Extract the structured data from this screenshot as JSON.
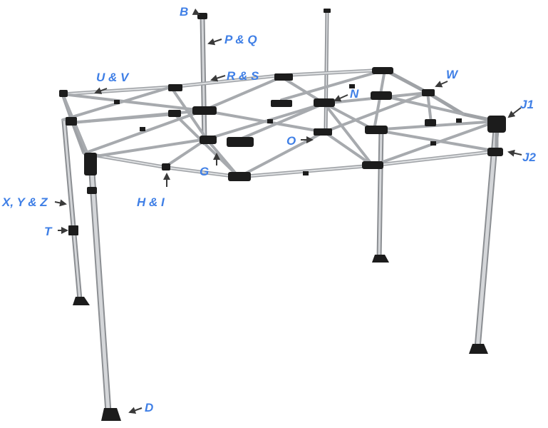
{
  "colors": {
    "label": "#3f7fe6",
    "frame": "#b9bcc0",
    "frame_edge": "#8b8e92",
    "connector": "#1c1c1c",
    "arrow": "#3a3a3a"
  },
  "labels": {
    "b": "B",
    "p_q": "P & Q",
    "r_s": "R & S",
    "u_v": "U & V",
    "w": "W",
    "n": "N",
    "j1": "J1",
    "j2": "J2",
    "o": "O",
    "g": "G",
    "h_i": "H & I",
    "x_y_z": "X, Y & Z",
    "t": "T",
    "d": "D"
  }
}
